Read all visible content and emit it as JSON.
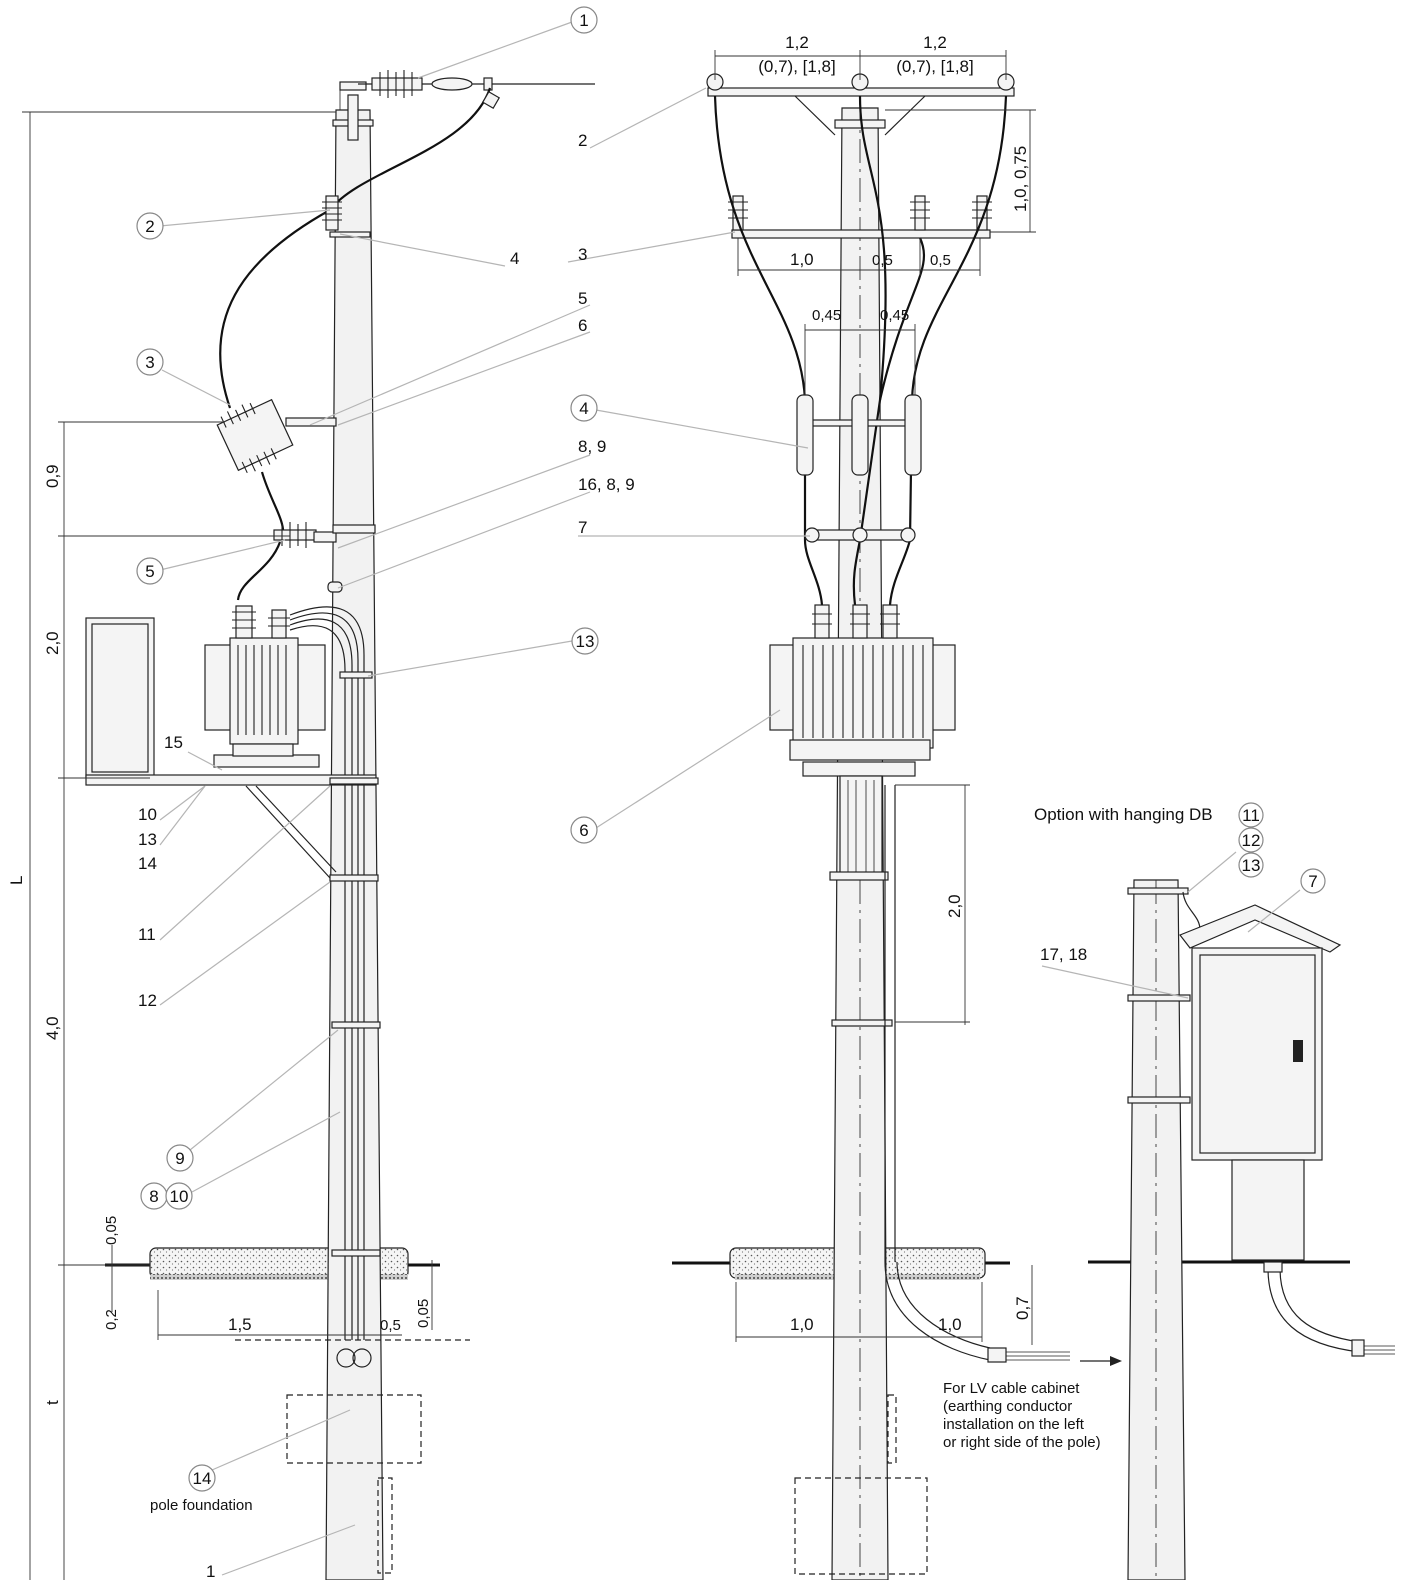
{
  "side_view": {
    "numbered_callouts": [
      "1",
      "2",
      "3",
      "5",
      "9",
      "8",
      "10",
      "14"
    ],
    "underlined_labels": [
      "4",
      "5",
      "6",
      "8, 9",
      "16, 8, 9",
      "15",
      "10",
      "13",
      "14",
      "11",
      "12",
      "1"
    ],
    "callout_13": "13",
    "dimensions": {
      "d09": "0,9",
      "d20": "2,0",
      "d40": "4,0",
      "dL": "L",
      "dt": "t",
      "d005_left": "0,05",
      "d02": "0,2",
      "d15": "1,5",
      "d05": "0,5",
      "d005_right": "0,05"
    },
    "foundation_label": "pole foundation"
  },
  "front_view": {
    "top_dim_left": "1,2",
    "top_dim_left_alt": "(0,7), [1,8]",
    "top_dim_right": "1,2",
    "top_dim_right_alt": "(0,7), [1,8]",
    "dim_vertical_top": "1,0, 0,75",
    "dim_10": "1,0",
    "dim_05a": "0,5",
    "dim_05b": "0,5",
    "dim_045a": "0,45",
    "dim_045b": "0,45",
    "dim_20": "2,0",
    "dim_bottom_left": "1,0",
    "dim_bottom_right": "1,0",
    "dim_07": "0,7",
    "labels": [
      "2",
      "3",
      "7"
    ],
    "callouts": [
      "4",
      "6"
    ],
    "note_lines": [
      "For LV cable cabinet",
      "(earthing conductor",
      "installation on the left",
      "or right side of the pole)"
    ]
  },
  "option_view": {
    "title": "Option with hanging DB",
    "callouts": [
      "11",
      "12",
      "13",
      "7"
    ],
    "label_17_18": "17, 18"
  },
  "colors": {
    "line": "#222222",
    "leader": "#b5b5b5",
    "fill": "#f2f2f2"
  }
}
